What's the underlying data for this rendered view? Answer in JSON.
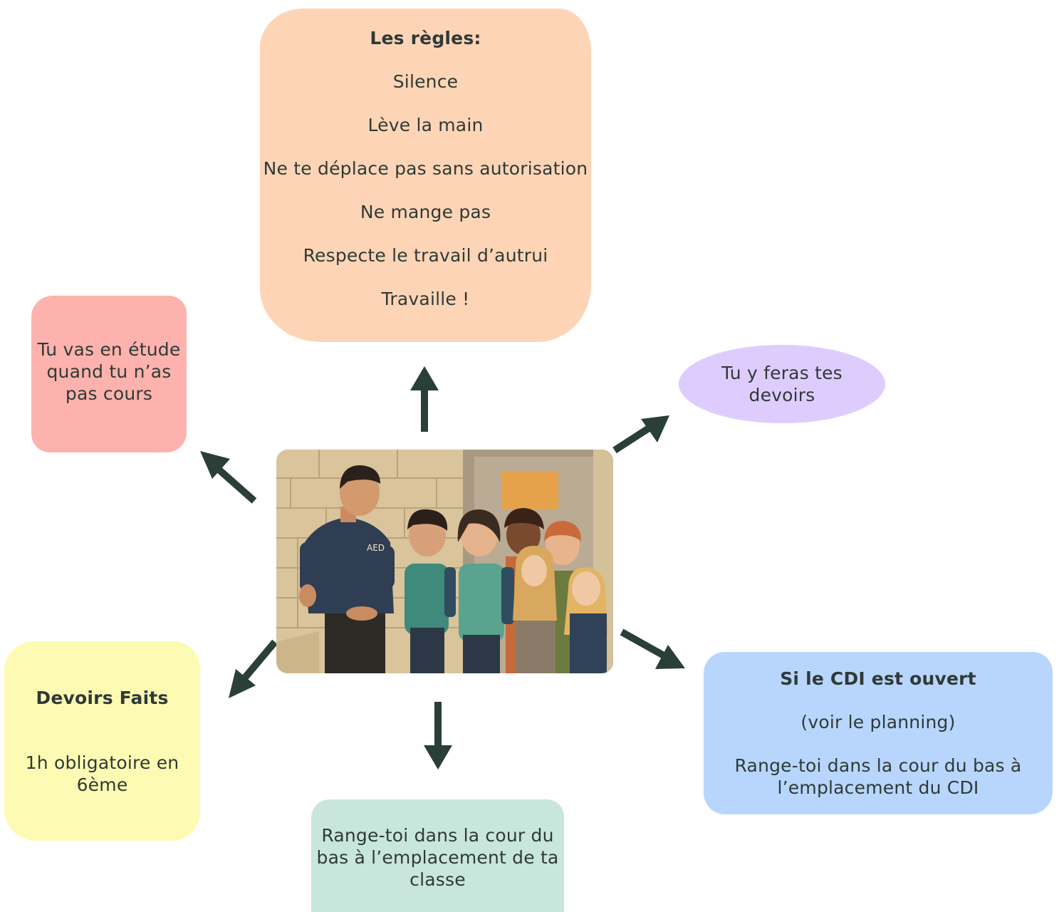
{
  "rules": {
    "title": "Les règles:",
    "items": [
      "Silence",
      "Lève la main",
      "Ne te déplace pas sans autorisation",
      "Ne mange pas",
      "Respecte le travail d’autrui",
      "Travaille !"
    ]
  },
  "study": {
    "lines": [
      "Tu vas en étude",
      "quand tu n’as",
      "pas cours"
    ]
  },
  "homework": {
    "lines": [
      "Tu y feras tes",
      "devoirs"
    ]
  },
  "devoirs_faits": {
    "title": "Devoirs Faits",
    "lines": [
      "1h obligatoire en",
      "6ème"
    ]
  },
  "cdi": {
    "title": "Si le CDI est ouvert",
    "subtitle": "(voir le planning)",
    "lines": [
      "Range-toi dans la cour du bas à",
      "l’emplacement du CDI"
    ]
  },
  "class_line": {
    "lines": [
      "Range-toi dans la cour du",
      "bas à l’emplacement de ta",
      "classe"
    ]
  },
  "illustration": {
    "badge": "AED"
  },
  "colors": {
    "arrow": "#2a3f35",
    "rules": "#fdd5b6",
    "study": "#fdb2ad",
    "homework": "#dfccff",
    "devoirs": "#fdfbb3",
    "cdi": "#b8d6fd",
    "class_line": "#c8e6dc"
  }
}
